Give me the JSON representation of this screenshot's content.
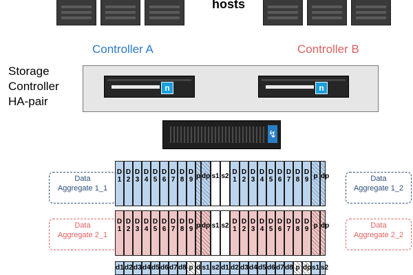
{
  "hosts_label": "hosts",
  "controller_a": {
    "label": "Controller A",
    "color": "#2b78c8"
  },
  "controller_b": {
    "label": "Controller B",
    "color": "#e06060"
  },
  "ha_pair_label": [
    "Storage",
    "Controller",
    "HA-pair"
  ],
  "controller_logo_glyph": "n",
  "shelf_icon": "lightning-bolt-icon",
  "aggregates": {
    "agg_1_1": {
      "line1": "Data",
      "line2": "Aggregate 1_1",
      "color": "#2c4d79"
    },
    "agg_1_2": {
      "line1": "Data",
      "line2": "Aggregate 1_2",
      "color": "#2c4d79"
    },
    "agg_2_1": {
      "line1": "Data",
      "line2": "Aggregate 2_1",
      "color": "#e06060"
    },
    "agg_2_2": {
      "line1": "Data",
      "line2": "Aggregate 2_2",
      "color": "#e06060"
    }
  },
  "row_top": [
    {
      "l1": "D",
      "l2": "1"
    },
    {
      "l1": "D",
      "l2": "2"
    },
    {
      "l1": "D",
      "l2": "3"
    },
    {
      "l1": "D",
      "l2": "4"
    },
    {
      "l1": "D",
      "l2": "5"
    },
    {
      "l1": "D",
      "l2": "6"
    },
    {
      "l1": "D",
      "l2": "7"
    },
    {
      "l1": "D",
      "l2": "8"
    },
    {
      "l1": "D",
      "l2": "9"
    },
    {
      "l1": "p",
      "l2": ""
    },
    {
      "l1": "dp",
      "l2": ""
    },
    {
      "l1": "s1",
      "l2": ""
    },
    {
      "l1": "s2",
      "l2": ""
    },
    {
      "l1": "D",
      "l2": "1"
    },
    {
      "l1": "D",
      "l2": "2"
    },
    {
      "l1": "D",
      "l2": "3"
    },
    {
      "l1": "D",
      "l2": "4"
    },
    {
      "l1": "D",
      "l2": "5"
    },
    {
      "l1": "D",
      "l2": "6"
    },
    {
      "l1": "D",
      "l2": "7"
    },
    {
      "l1": "D",
      "l2": "8"
    },
    {
      "l1": "D",
      "l2": "9"
    },
    {
      "l1": "p",
      "l2": ""
    },
    {
      "l1": "dp",
      "l2": ""
    }
  ],
  "row_bottom": [
    "d1",
    "d2",
    "d3",
    "d4",
    "d5",
    "d6",
    "d7",
    "d8",
    "p",
    "dp",
    "s1",
    "s2",
    "d1",
    "d2",
    "d3",
    "d4",
    "d5",
    "d6",
    "d7",
    "d8",
    "p",
    "dp",
    "s1",
    "s2"
  ]
}
